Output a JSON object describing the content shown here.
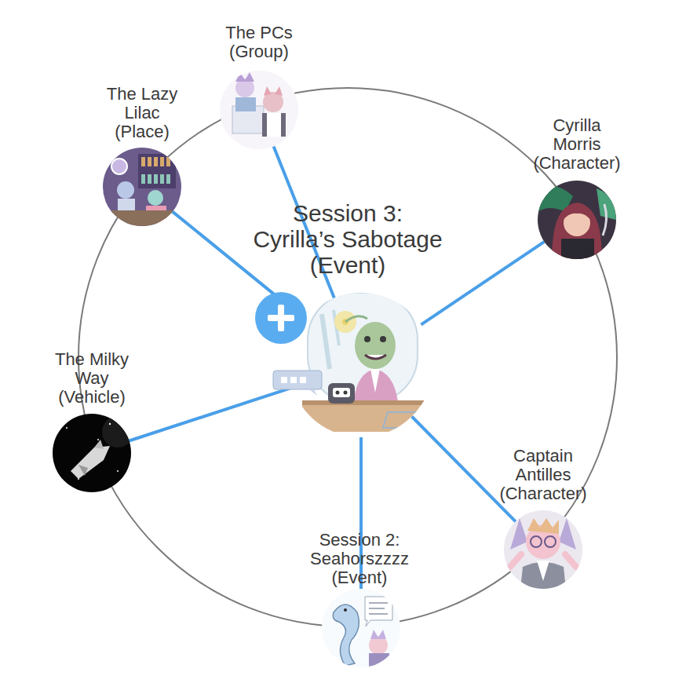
{
  "diagram": {
    "nodes": [
      {
        "text": [
          "The PCs (Group)"
        ]
      },
      {
        "text": [
          "The Lazy Lilac (Place)"
        ]
      },
      {
        "text": [
          "Cyrilla Morris (Character)"
        ]
      },
      {
        "text": [
          "Session 3: Cyrilla’s Sabotage (Event)"
        ]
      },
      {
        "text": [
          "The Milky Way (Vehicle)"
        ]
      },
      {
        "text": [
          "Captain Antilles (Character)"
        ]
      },
      {
        "text": [
          "Session 2: Seahorszzzz (Event)"
        ]
      }
    ],
    "edges": [
      {
        "from": 3,
        "to": 0,
        "arrow": "none"
      },
      {
        "from": 3,
        "to": 1,
        "arrow": "none"
      },
      {
        "from": 3,
        "to": 2,
        "arrow": "none"
      },
      {
        "from": 3,
        "to": 4,
        "arrow": "none"
      },
      {
        "from": 3,
        "to": 5,
        "arrow": "none"
      },
      {
        "from": 3,
        "to": 6,
        "arrow": "none"
      }
    ]
  }
}
